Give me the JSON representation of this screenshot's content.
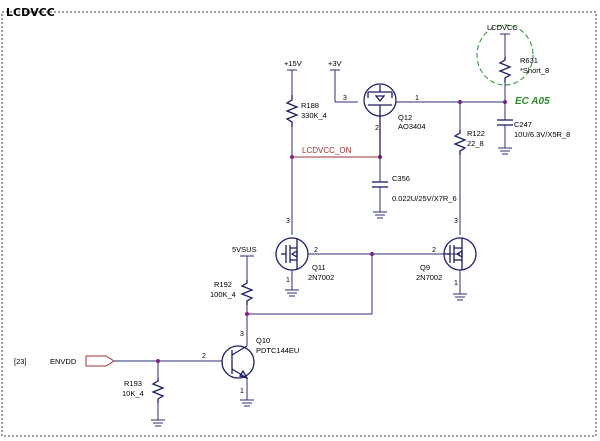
{
  "title": "LCDVCC",
  "ec_label": "EC A05",
  "offpage_ref": "[23]",
  "nets": {
    "p15v": "+15V",
    "p3v": "+3V",
    "lcdvcc": "LCDVCC",
    "v5sus": "5VSUS",
    "lcdvcc_on": "LCDVCC_ON",
    "envdd": "ENVDD"
  },
  "components": {
    "r188": {
      "ref": "R188",
      "value": "330K_4"
    },
    "q12": {
      "ref": "Q12",
      "value": "AO3404"
    },
    "r631": {
      "ref": "R631",
      "value": "*Short_8"
    },
    "r122": {
      "ref": "R122",
      "value": "22_8"
    },
    "c247": {
      "ref": "C247",
      "value": "10U/6.3V/X5R_8"
    },
    "c356": {
      "ref": "C356",
      "value": "0.022U/25V/X7R_6"
    },
    "q11": {
      "ref": "Q11",
      "value": "2N7002"
    },
    "q9": {
      "ref": "Q9",
      "value": "2N7002"
    },
    "r192": {
      "ref": "R192",
      "value": "100K_4"
    },
    "q10": {
      "ref": "Q10",
      "value": "PDTC144EU"
    },
    "r193": {
      "ref": "R193",
      "value": "10K_4"
    }
  },
  "pins": {
    "p1": "1",
    "p2": "2",
    "p3": "3"
  },
  "colors": {
    "wire": "#2a2e7a",
    "net_on": "#a03030",
    "junction": "#8a1a8a",
    "ec_mark": "#2e8b2e"
  }
}
